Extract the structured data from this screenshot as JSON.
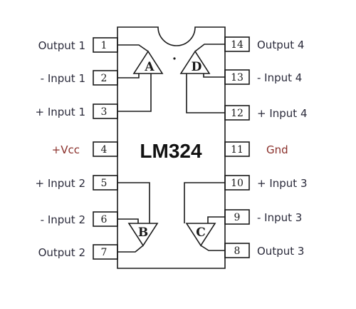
{
  "diagram": {
    "chip_name": "LM324",
    "colors": {
      "ink": "#1a1a1a",
      "label_default": "#2a2a3a",
      "label_power": "#8a2f2a",
      "background": "#ffffff"
    },
    "pins": [
      {
        "number": "1",
        "label": "Output 1"
      },
      {
        "number": "2",
        "label": "- Input 1"
      },
      {
        "number": "3",
        "label": "+ Input 1"
      },
      {
        "number": "4",
        "label": "+Vcc"
      },
      {
        "number": "5",
        "label": "+ Input 2"
      },
      {
        "number": "6",
        "label": "- Input 2"
      },
      {
        "number": "7",
        "label": "Output 2"
      },
      {
        "number": "8",
        "label": "Output 3"
      },
      {
        "number": "9",
        "label": "- Input 3"
      },
      {
        "number": "10",
        "label": "+ Input 3"
      },
      {
        "number": "11",
        "label": "Gnd"
      },
      {
        "number": "12",
        "label": "+ Input 4"
      },
      {
        "number": "13",
        "label": "- Input 4"
      },
      {
        "number": "14",
        "label": "Output 4"
      }
    ],
    "amplifiers": [
      "A",
      "B",
      "C",
      "D"
    ]
  }
}
